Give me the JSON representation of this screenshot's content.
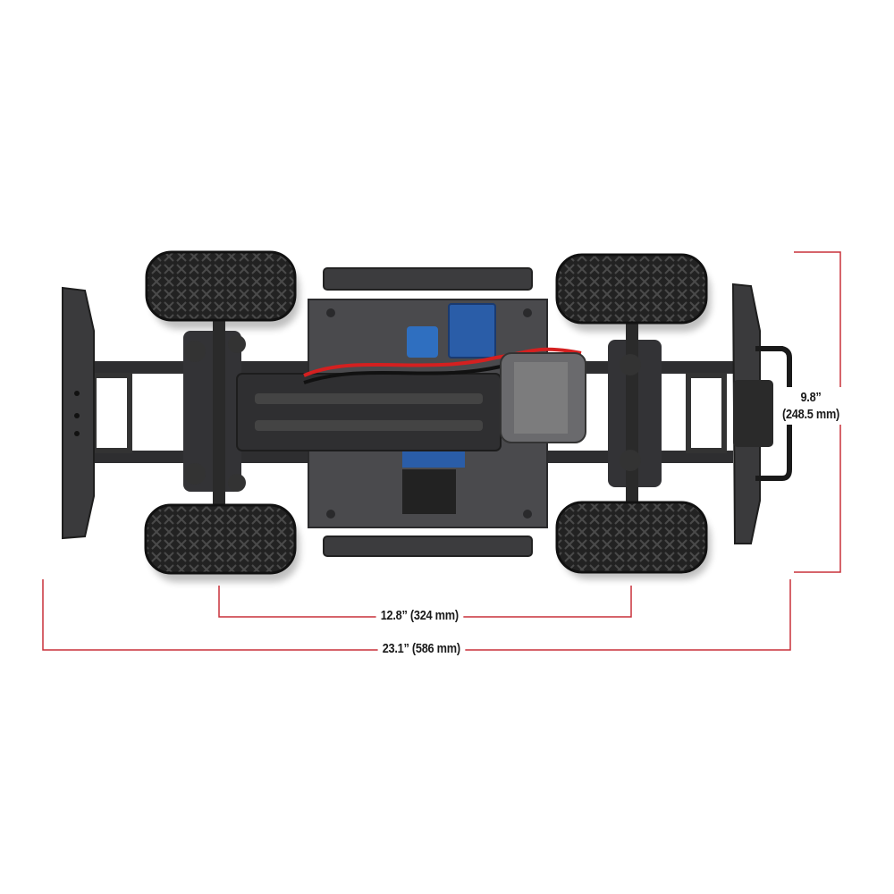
{
  "colors": {
    "dimension_line": "#c8303a",
    "tire": "#1c1c1c",
    "chassis": "#3a3a3c",
    "esc_blue": "#2a5da8",
    "wire_red": "#d42020"
  },
  "dimensions": {
    "height_line1": "9.8”",
    "height_line2": "(248.5 mm)",
    "wheelbase": "12.8” (324 mm)",
    "length": "23.1” (586 mm)"
  }
}
